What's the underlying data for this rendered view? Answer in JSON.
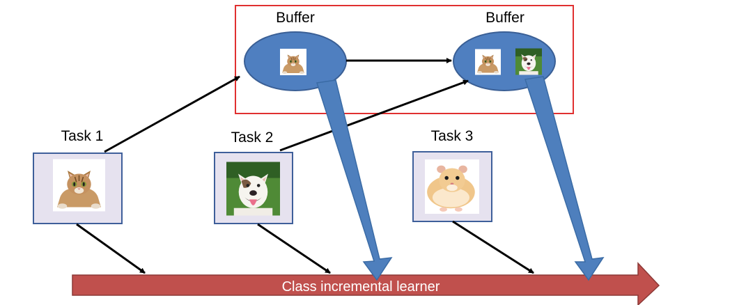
{
  "buffers": [
    {
      "label": "Buffer",
      "contents": [
        "cat"
      ]
    },
    {
      "label": "Buffer",
      "contents": [
        "cat",
        "dog"
      ]
    }
  ],
  "tasks": [
    {
      "label": "Task 1",
      "animal": "cat"
    },
    {
      "label": "Task 2",
      "animal": "dog"
    },
    {
      "label": "Task 3",
      "animal": "hamster"
    }
  ],
  "learner": {
    "label": "Class incremental learner"
  },
  "colors": {
    "buffer_fill": "#4f7fc0",
    "buffer_stroke": "#3a5f95",
    "highlight_box": "#e03030",
    "learner_fill": "#c0504d",
    "learner_stroke": "#8c3836",
    "task_frame": "#3e5f9a",
    "task_bg": "#e6e2ef",
    "big_arrow": "#4e7fbd"
  }
}
